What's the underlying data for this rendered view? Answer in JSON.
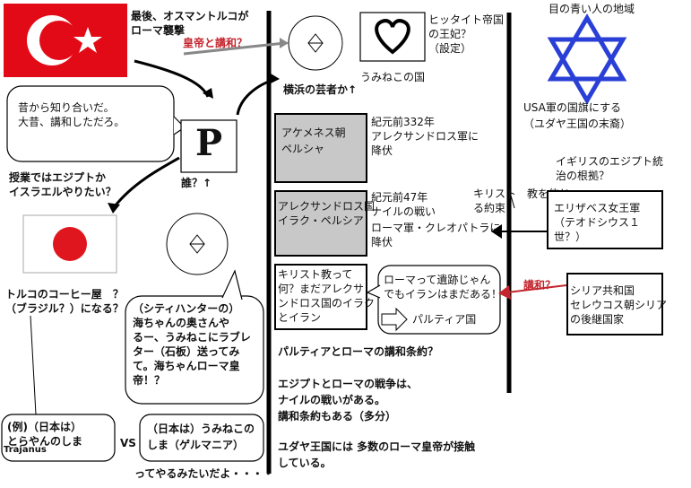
{
  "turkey": {
    "line1": "最後、オスマントルコが",
    "line2": "ローマ襲撃",
    "question": "皇帝と講和？"
  },
  "speech_left": {
    "line1": "昔から知り合いだ。",
    "line2": "大昔、講和しただろ。"
  },
  "p_card": {
    "glyph": "P"
  },
  "who": "誰？↑",
  "lesson": {
    "line1": "授業ではエジプトか",
    "line2": "イスラエルやりたい？"
  },
  "coffee": {
    "line1": "トルコのコーヒー屋　？",
    "line2": "（ブラジル？）になる？"
  },
  "city_hunter": {
    "line1": "（シティハンターの）",
    "line2": "海ちゃんの奥さんや",
    "line3": "るー、うみねこにラブレ",
    "line4": "ター（石板）送ってみ",
    "line5": "て。海ちゃんローマ皇",
    "line6": "帝！？"
  },
  "example_left": {
    "line1": "(例)（日本は）",
    "line2": "とらやんのしま",
    "trajanus": "Trajanus"
  },
  "vs": "VS",
  "example_right": {
    "line1": "（日本は）うみねこの",
    "line2": "しま（ゲルマニア）"
  },
  "footer": "ってやるみたいだよ・・・・",
  "yokohama": "横浜の芸者か↑",
  "umineko_country": "うみねこの国",
  "hittite": {
    "line1": "ヒッタイト帝国",
    "line2": "の王妃？",
    "line3": "（設定）"
  },
  "achaemenid": {
    "box1": "アケメネス朝",
    "box2": "ペルシャ",
    "note1": "紀元前332年",
    "note2": "アレクサンドロス軍に",
    "note3": "降伏"
  },
  "alexander": {
    "box1": "アレクサンドロス国",
    "box2": "イラク・ペルシア",
    "note1": "紀元前47年",
    "note2": "ナイルの戦い",
    "note3": "ローマ軍・クレオパトラに",
    "note4": "降伏"
  },
  "christian_box": {
    "line1": "キリスト教って",
    "line2": "何？まだアレクサ",
    "line3": "ンドロス国のイラク",
    "line4": "とイラン"
  },
  "rome_bubble": {
    "line1": "ローマって遺跡じゃん",
    "line2": "でもイランはまだある！",
    "arrow_label": "パルティア国"
  },
  "middle_text": {
    "line1": "パルティアとローマの講和条約？",
    "line2": "エジプトとローマの戦争は、",
    "line3": "ナイルの戦いがある。",
    "line4": "講和条約もある（多分）",
    "line5": "ユダヤ王国には 多数のローマ皇帝が接触",
    "line6": "している。"
  },
  "star_caption": "目の青い人の地域",
  "usa": {
    "line1": "USA軍の国旗にする",
    "line2": "（ユダヤ王国の末裔）"
  },
  "england_q": {
    "line1": "イギリスのエジプト統",
    "line2": "治の根拠？"
  },
  "christ_belief": {
    "line1": "キリスト　教を信じ",
    "line2": "る約束"
  },
  "elizabeth": {
    "line1": "エリザベス女王軍",
    "line2": "（テオドシウス１",
    "line3": "世？）"
  },
  "peace_q": "講和？",
  "syria": {
    "line1": "シリア共和国",
    "line2": "セレウコス朝シリア",
    "line3": "の後継国家"
  },
  "colors": {
    "turkey_red": "#e30a17",
    "japan_red": "#e0161e",
    "star_blue": "#2a3fd6",
    "accent_red": "#c4262e",
    "grey_box": "#c8c8c8"
  }
}
